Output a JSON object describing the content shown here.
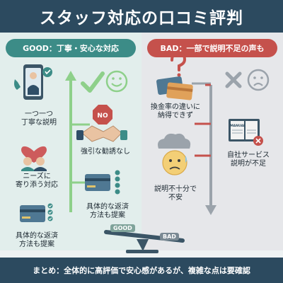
{
  "title": "スタッフ対応の口コミ評判",
  "good_header": "GOOD：丁寧・安心な対応",
  "bad_header": "BAD：一部で説明不足の声も",
  "good_items": {
    "explain": [
      "一つ一つ",
      "丁寧な説明"
    ],
    "empathy": [
      "ニーズに",
      "寄り添う対応"
    ],
    "repay_left": [
      "具体的な返済",
      "方法も提案"
    ],
    "no_push": "強引な勧誘なし",
    "repay_right": [
      "具体的な返済",
      "方法も提案"
    ]
  },
  "bad_items": {
    "rate": [
      "換金率の違いに",
      "納得できず"
    ],
    "insufficient": [
      "説明不十分で",
      "不安"
    ],
    "service": [
      "自社サービス",
      "説明が不足"
    ]
  },
  "icon_text": {
    "no_sign": "NO",
    "manual": "MANUAL"
  },
  "scale": {
    "good_label": "GOOD",
    "bad_label": "BAD"
  },
  "summary": "まとめ：全体的に高評価で安心感があるが、複雑な点は要確認",
  "colors": {
    "header_bg": "#2c4a5f",
    "good": "#3c8c87",
    "bad": "#c5514c",
    "good_arrow": "#8ed08a",
    "bad_arrow": "#9ba3ab"
  }
}
